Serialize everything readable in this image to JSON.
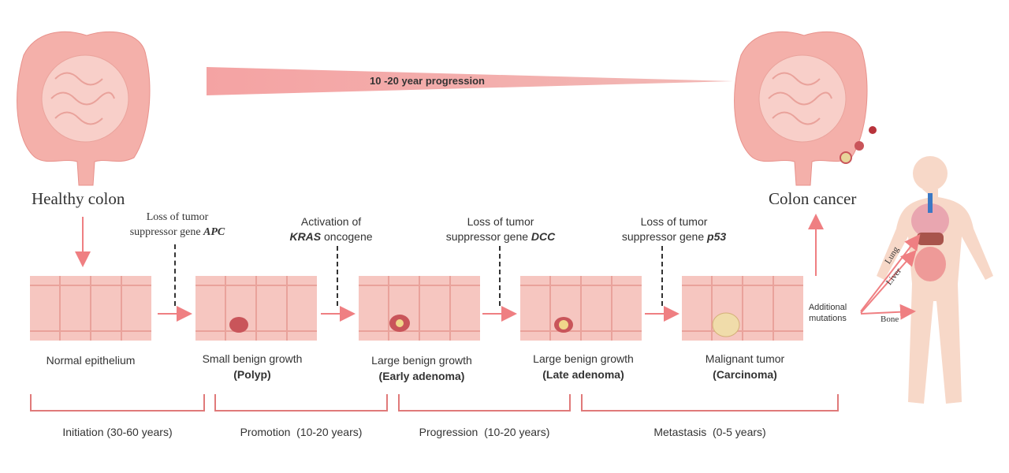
{
  "banner": {
    "label": "10 -20 year progression"
  },
  "colons": {
    "healthy": "Healthy colon",
    "cancer": "Colon cancer"
  },
  "mutations": [
    {
      "line1": "Loss of tumor",
      "line2": "suppressor gene",
      "gene": "APC"
    },
    {
      "line1": "Activation of",
      "gene": "KRAS",
      "line2": "oncogene"
    },
    {
      "line1": "Loss of tumor",
      "line2": "suppressor gene",
      "gene": "DCC"
    },
    {
      "line1": "Loss of tumor",
      "line2": "suppressor gene",
      "gene": "p53"
    }
  ],
  "stages": [
    {
      "label": "Normal epithelium",
      "sub": ""
    },
    {
      "label": "Small benign growth",
      "sub": "(Polyp)"
    },
    {
      "label": "Large benign growth",
      "sub": "(Early adenoma)"
    },
    {
      "label": "Large benign growth",
      "sub": "(Late adenoma)"
    },
    {
      "label": "Malignant tumor",
      "sub": "(Carcinoma)"
    }
  ],
  "phases": [
    "Initiation (30-60 years)",
    "Promotion  (10-20 years)",
    "Progression  (10-20 years)",
    "Metastasis  (0-5 years)"
  ],
  "metastasis": {
    "additional": "Additional mutations",
    "sites": [
      "Lung",
      "Liver",
      "Bone"
    ]
  },
  "colors": {
    "accent": "#f08a8a",
    "tissue": "#f6c6c0",
    "tumor": "#c9555a"
  }
}
